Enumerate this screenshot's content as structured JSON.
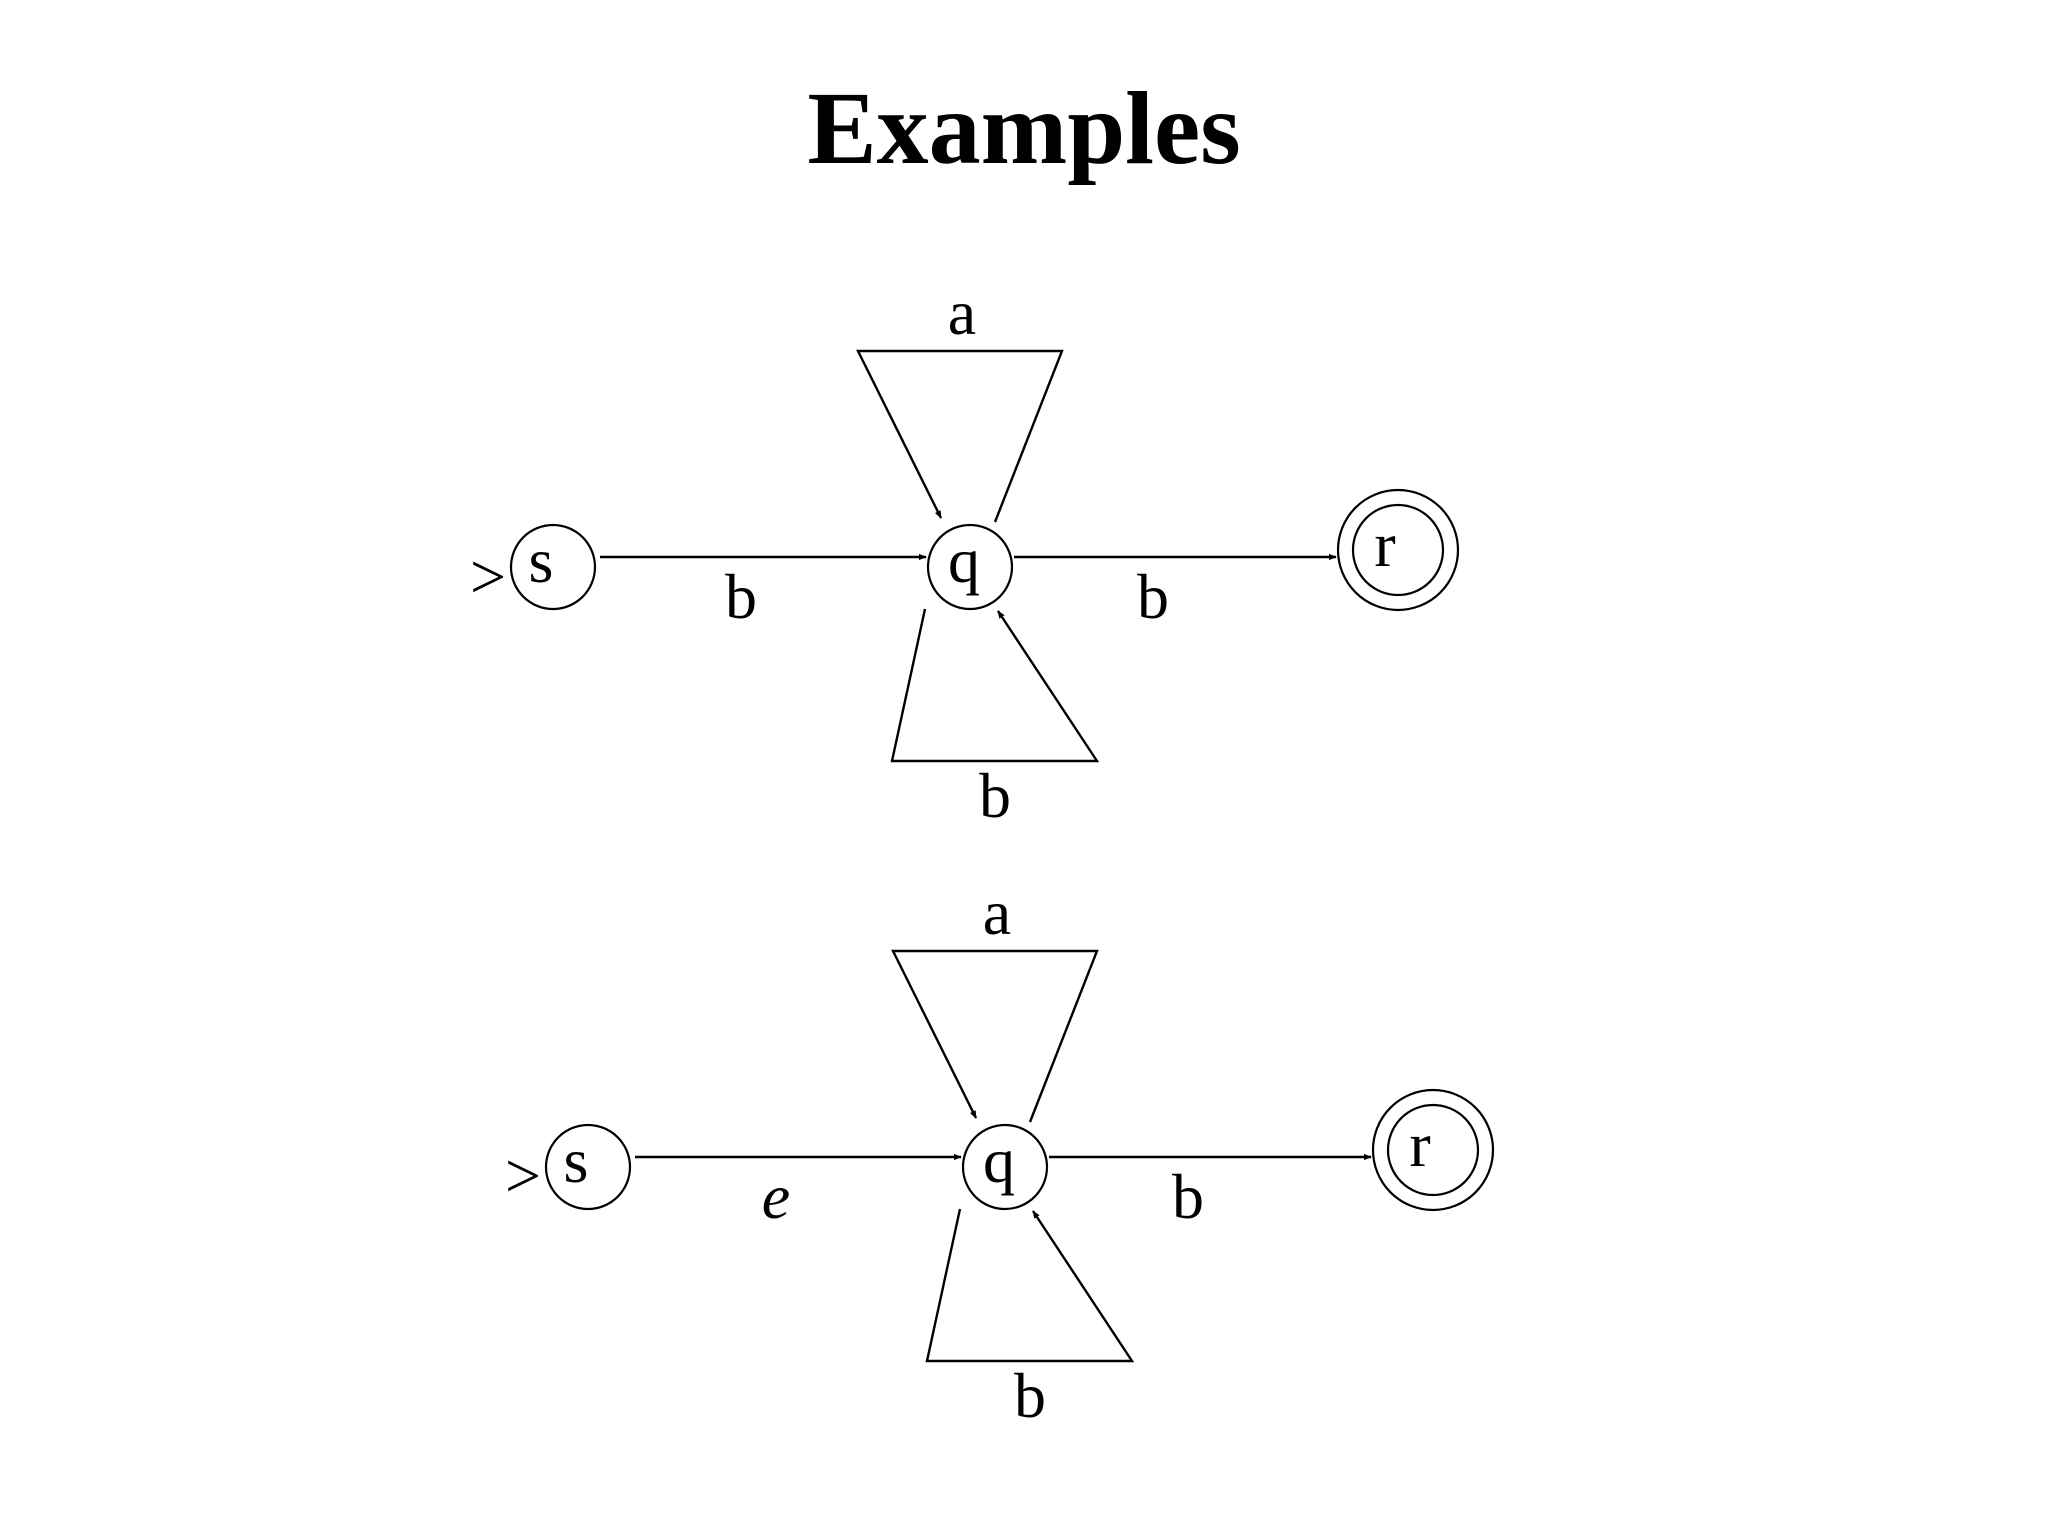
{
  "title": "Examples",
  "diagrams": [
    {
      "start_marker": ">",
      "states": {
        "s": "s",
        "q": "q",
        "r": "r"
      },
      "edges": {
        "s_to_q": "b",
        "q_to_r": "b",
        "loop_top": "a",
        "loop_bottom": "b"
      }
    },
    {
      "start_marker": ">",
      "states": {
        "s": "s",
        "q": "q",
        "r": "r"
      },
      "edges": {
        "s_to_q": "e",
        "q_to_r": "b",
        "loop_top": "a",
        "loop_bottom": "b"
      }
    }
  ]
}
